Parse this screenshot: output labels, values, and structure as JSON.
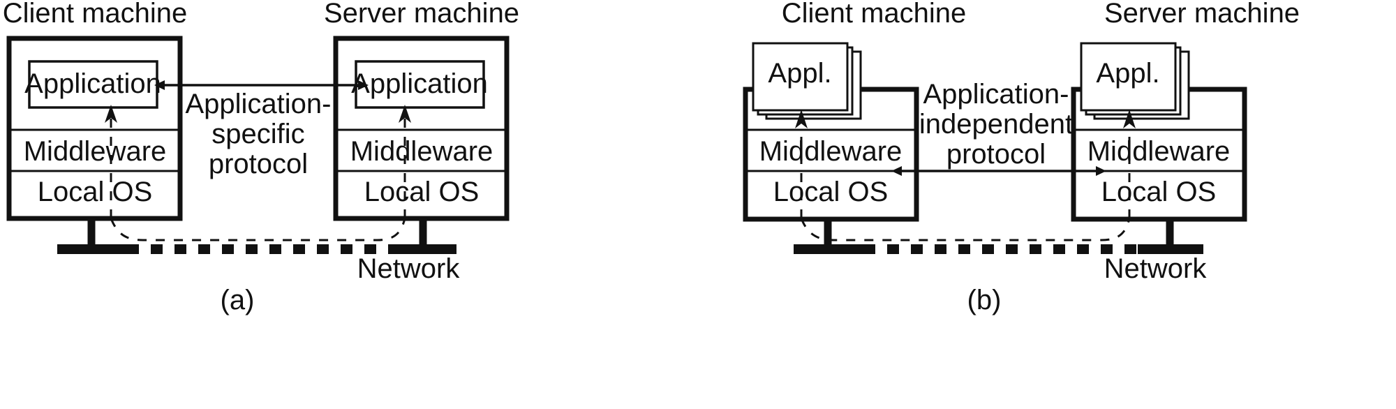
{
  "figure": {
    "title": "Client-server middleware architecture comparison",
    "background_color": "#ffffff",
    "line_color": "#111111"
  },
  "panels": [
    {
      "id": "a",
      "caption": "(a)",
      "network_label": "Network",
      "protocol_label_lines": [
        "Application-",
        "specific",
        "protocol"
      ],
      "protocol_arrow": "single-headed-both-ends-at-application-layer",
      "machines": [
        {
          "id": "client",
          "title": "Client machine",
          "app_label": "Application",
          "app_stacked": false,
          "layers": [
            "Middleware",
            "Local OS"
          ]
        },
        {
          "id": "server",
          "title": "Server machine",
          "app_label": "Application",
          "app_stacked": false,
          "layers": [
            "Middleware",
            "Local OS"
          ]
        }
      ]
    },
    {
      "id": "b",
      "caption": "(b)",
      "network_label": "Network",
      "protocol_label_lines": [
        "Application-",
        "independent",
        "protocol"
      ],
      "protocol_arrow": "double-headed-at-middleware-localos-boundary",
      "machines": [
        {
          "id": "client",
          "title": "Client machine",
          "app_label": "Appl.",
          "app_stacked": true,
          "layers": [
            "Middleware",
            "Local OS"
          ]
        },
        {
          "id": "server",
          "title": "Server machine",
          "app_label": "Appl.",
          "app_stacked": true,
          "layers": [
            "Middleware",
            "Local OS"
          ]
        }
      ]
    }
  ]
}
